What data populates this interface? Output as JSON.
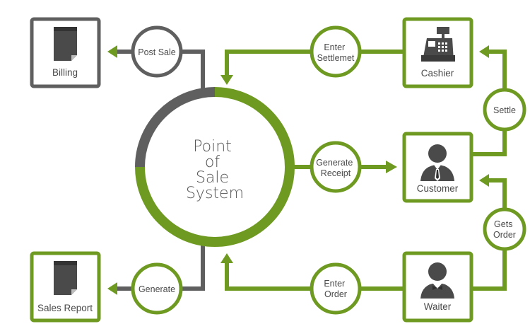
{
  "center": {
    "lines": [
      "Point",
      "of",
      "Sale",
      "System"
    ]
  },
  "nodes": {
    "billing": "Billing",
    "sales_report": "Sales Report",
    "cashier": "Cashier",
    "customer": "Customer",
    "waiter": "Waiter"
  },
  "connectors": {
    "post_sale": [
      "Post Sale"
    ],
    "generate": [
      "Generate"
    ],
    "enter_settlement": [
      "Enter",
      "Settlemet"
    ],
    "generate_receipt": [
      "Generate",
      "Receipt"
    ],
    "enter_order": [
      "Enter",
      "Order"
    ],
    "settle": [
      "Settle"
    ],
    "gets_order": [
      "Gets",
      "Order"
    ]
  },
  "colors": {
    "green": "#6f9a22",
    "gray": "#5f5f5f",
    "icon": "#4a4a4a",
    "text": "#4a4a4a"
  },
  "icons": {
    "billing": "document-icon",
    "sales_report": "document-icon",
    "cashier": "cash-register-icon",
    "customer": "businessman-icon",
    "waiter": "waiter-icon"
  }
}
